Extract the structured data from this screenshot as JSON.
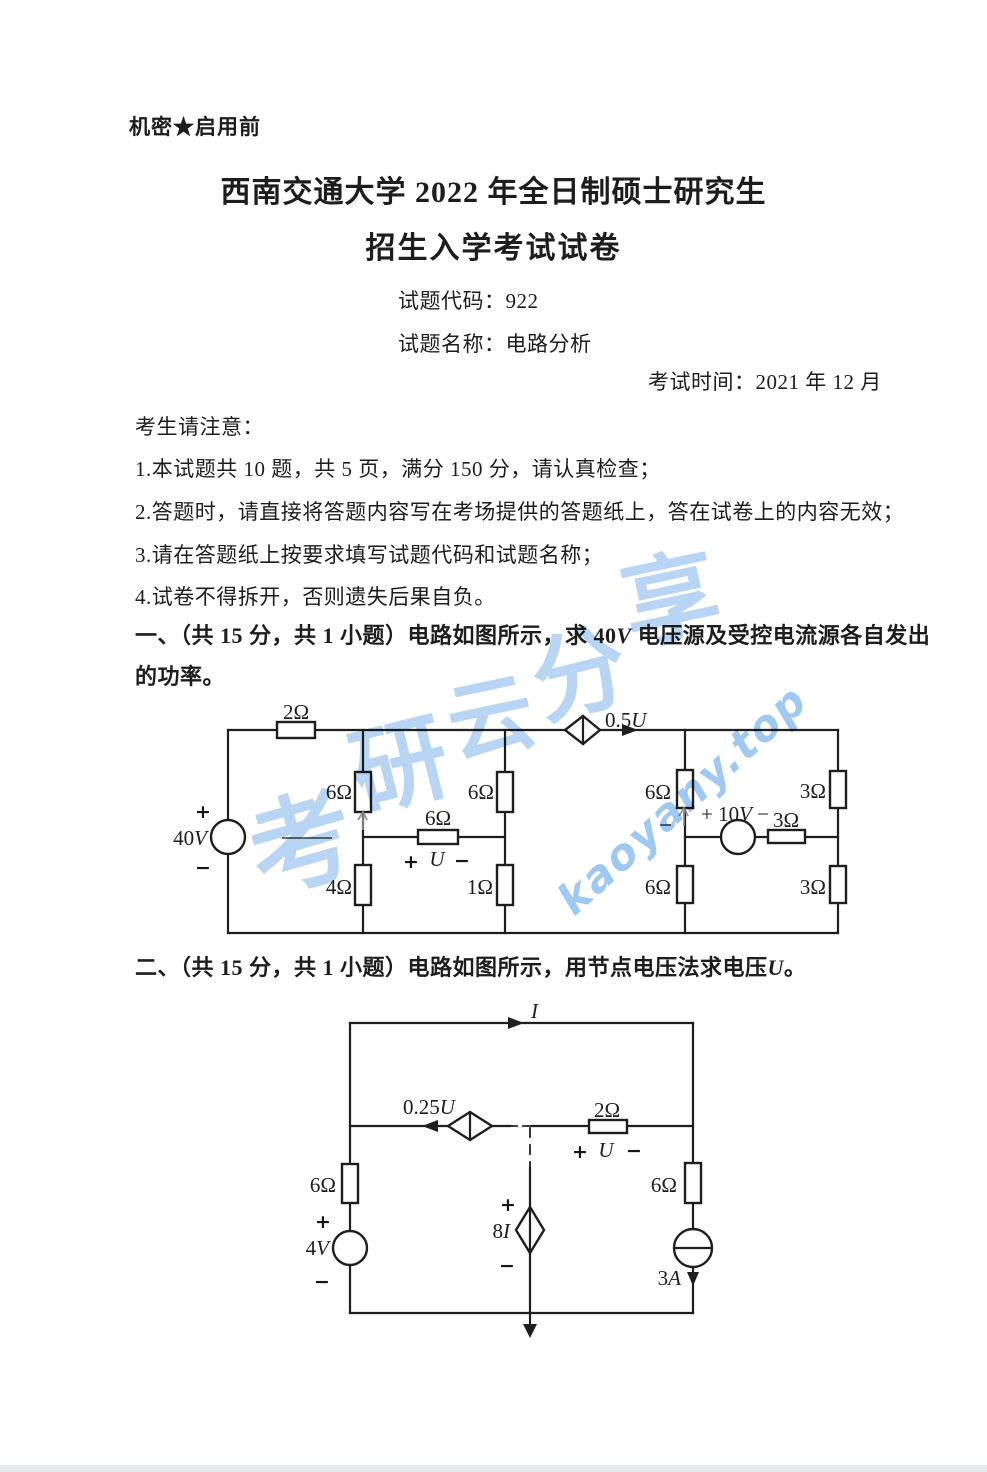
{
  "header": {
    "confidential": "机密★启用前",
    "title_line1": "西南交通大学 2022 年全日制硕士研究生",
    "title_line2": "招生入学考试试卷",
    "exam_code": "试题代码：922",
    "exam_name": "试题名称：电路分析",
    "exam_time": "考试时间：2021 年 12 月"
  },
  "notice": {
    "heading": "考生请注意：",
    "items": [
      "1.本试题共 10 题，共 5 页，满分 150 分，请认真检查；",
      "2.答题时，请直接将答题内容写在考场提供的答题纸上，答在试卷上的内容无效；",
      "3.请在答题纸上按要求填写试题代码和试题名称；",
      "4.试卷不得拆开，否则遗失后果自负。"
    ]
  },
  "question1": {
    "line1_pre": "一、（共 15 分，共 1 小题）电路如图所示，求 40",
    "line1_var": "V",
    "line1_post": " 电压源及受控电流源各自发出",
    "line2": "的功率。"
  },
  "question2": {
    "pre": "二、（共 15 分，共 1 小题）电路如图所示，用节点电压法求电压",
    "var": "U",
    "post": "。"
  },
  "symbols": {
    "plus": "+",
    "minus": "−"
  },
  "circuit1": {
    "r_top": "2Ω",
    "src_40v": {
      "value": "40",
      "unit": "V"
    },
    "ctrl_current": {
      "coeff": "0.5",
      "var": "U"
    },
    "r_col2_top": "6Ω",
    "r_col2_bottom": "4Ω",
    "r_col3_top": "6Ω",
    "r_col3_bottom": "1Ω",
    "r_mid": "6Ω",
    "u_label": "U",
    "r_col4_top": "6Ω",
    "r_col4_bottom": "6Ω",
    "src_10v": {
      "prefix": "+ 10",
      "unit": "V",
      "suffix": " −"
    },
    "r_mid_right": "3Ω",
    "r_right_top": "3Ω",
    "r_right_bottom": "3Ω"
  },
  "circuit2": {
    "i_label": "I",
    "ctrl_current": {
      "coeff": "0.25",
      "var": "U"
    },
    "r_mid": "2Ω",
    "u_label": "U",
    "r_left": "6Ω",
    "r_right": "6Ω",
    "src_4v": {
      "value": "4",
      "unit": "V"
    },
    "ctrl_voltage": {
      "coeff": "8",
      "var": "I"
    },
    "src_3a": {
      "value": "3",
      "unit": "A"
    }
  },
  "watermark": {
    "chars": [
      "考",
      "研",
      "云",
      "分",
      "享"
    ],
    "site": "kaoyany.top",
    "color": "#a9cdf2"
  }
}
